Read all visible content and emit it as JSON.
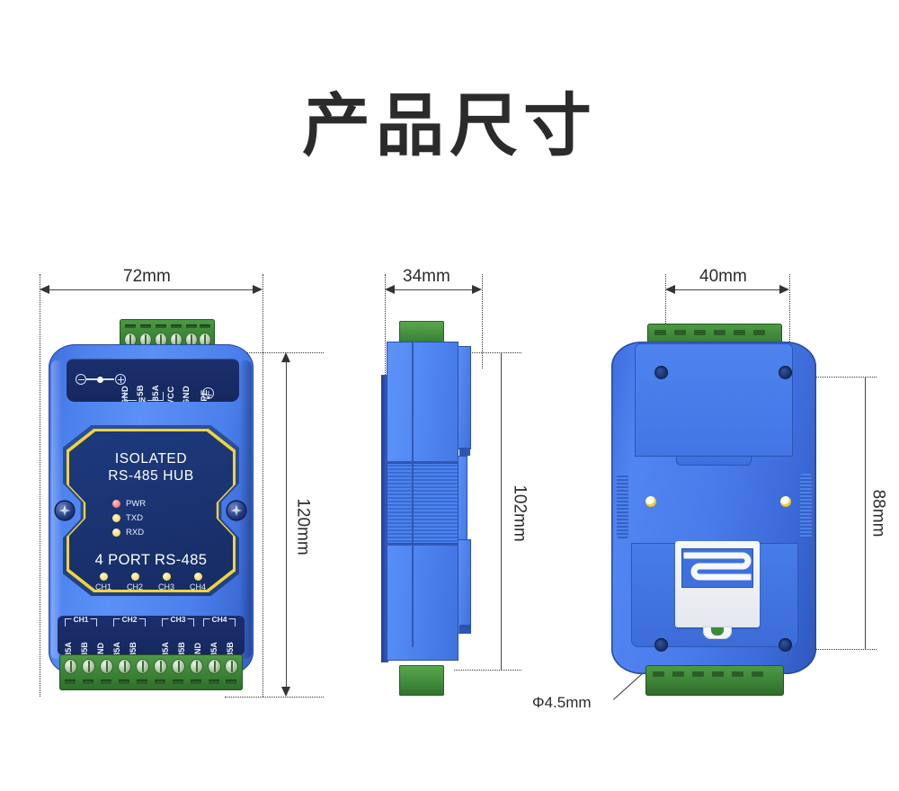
{
  "page": {
    "title": "产品尺寸",
    "background": "#ffffff"
  },
  "colors": {
    "enclosure_blue": "#4d82ee",
    "label_panel_navy": "#1d3a7d",
    "label_outline_yellow": "#f0d33a",
    "terminal_green": "#3f8a3a",
    "led_power_red": "#f08a86",
    "led_yellow": "#f7e07a",
    "dimension_line": "#333333",
    "text_dark": "#2b2b2b",
    "din_clip_white": "#f7f8fa"
  },
  "views": {
    "front": {
      "name": "front-view",
      "dimensions": {
        "width": "72mm",
        "height": "120mm"
      },
      "top_terminal": {
        "positions": 6,
        "labels": [
          "GND",
          "485B",
          "485A",
          "VCC",
          "GND",
          "PE"
        ],
        "group_bracket_label": "IN",
        "polarity_symbol": "negative-center-positive",
        "earth_symbol": "protective-earth"
      },
      "label_panel": {
        "brand_line1": "ISOLATED",
        "brand_line2": "RS-485 HUB",
        "port_title": "4 PORT RS-485",
        "status_leds": [
          {
            "label": "PWR",
            "color": "red"
          },
          {
            "label": "TXD",
            "color": "yellow"
          },
          {
            "label": "RXD",
            "color": "yellow"
          }
        ],
        "channel_leds": [
          "CH1",
          "CH2",
          "CH3",
          "CH4"
        ]
      },
      "bottom_terminal": {
        "positions": 10,
        "labels": [
          "485A",
          "485B",
          "GND",
          "485A",
          "485B",
          "485A",
          "485B",
          "GND",
          "485A",
          "485B"
        ],
        "groups": [
          "CH1",
          "CH2",
          "CH3",
          "CH4"
        ]
      }
    },
    "side": {
      "name": "side-view",
      "dimensions": {
        "depth": "34mm",
        "height": "102mm"
      }
    },
    "rear": {
      "name": "rear-view",
      "dimensions": {
        "hole_spacing_horizontal": "40mm",
        "hole_spacing_vertical": "88mm",
        "hole_diameter": "Φ4.5mm"
      },
      "mounting_holes": 4,
      "din_rail_clip": true
    }
  }
}
